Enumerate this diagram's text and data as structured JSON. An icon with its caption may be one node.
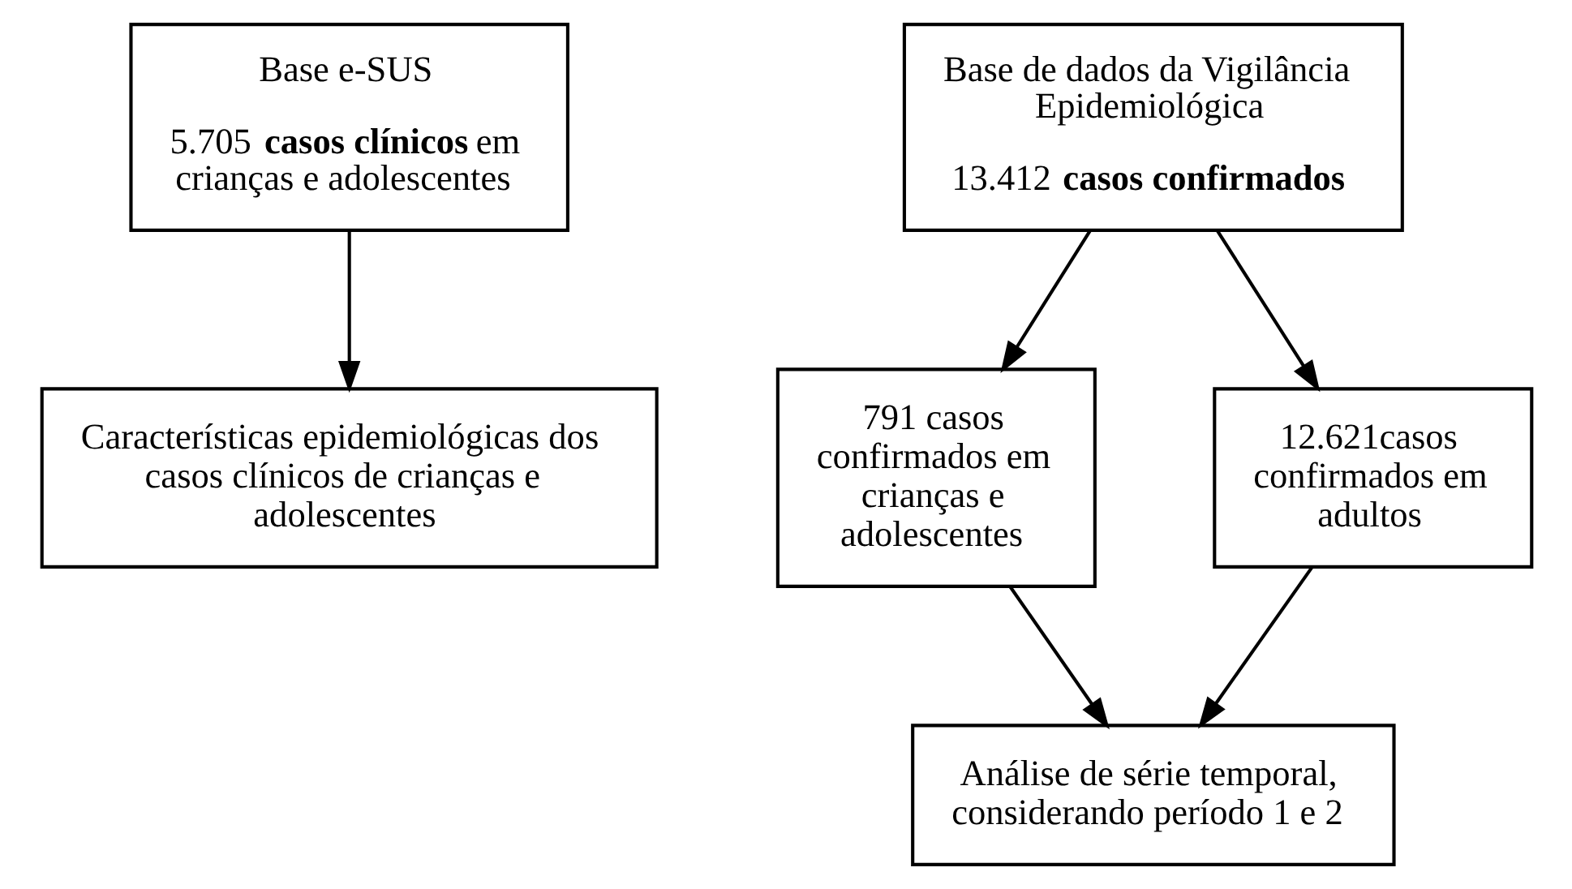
{
  "diagram": {
    "nodes": [
      {
        "text": [
          "Base e-SUS",
          "5.705 **casos clínicos** em crianças e adolescentes"
        ]
      },
      {
        "text": [
          "Características epidemiológicas dos casos clínicos de crianças e adolescentes"
        ]
      },
      {
        "text": [
          "Base de dados da Vigilância Epidemiológica",
          "13.412 **casos confirmados**"
        ]
      },
      {
        "text": [
          "791 casos confirmados em crianças e adolescentes"
        ]
      },
      {
        "text": [
          "12.621casos confirmados em adultos"
        ]
      },
      {
        "text": [
          "Análise de série temporal, considerando período 1 e 2"
        ]
      }
    ],
    "edges": [
      {
        "from": 0,
        "to": 1,
        "arrow": "to"
      },
      {
        "from": 2,
        "to": 3,
        "arrow": "to"
      },
      {
        "from": 2,
        "to": 4,
        "arrow": "to"
      },
      {
        "from": 3,
        "to": 5,
        "arrow": "to"
      },
      {
        "from": 4,
        "to": 5,
        "arrow": "to"
      }
    ]
  }
}
